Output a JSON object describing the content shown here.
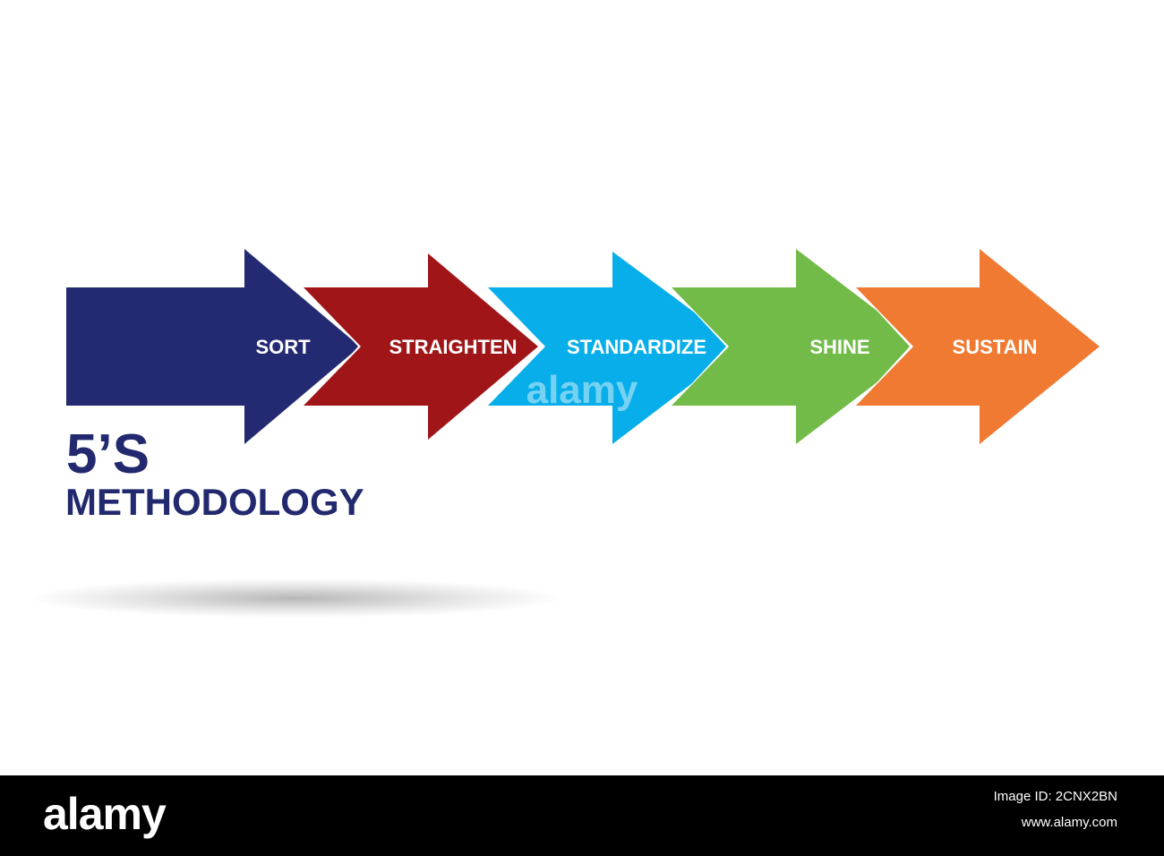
{
  "title": {
    "line1": "5’S",
    "line2": "METHODOLOGY",
    "color": "#22296e"
  },
  "steps": [
    {
      "label": "SORT",
      "color": "#232a72"
    },
    {
      "label": "STRAIGHTEN",
      "color": "#a01618"
    },
    {
      "label": "STANDARDIZE",
      "color": "#07aeea"
    },
    {
      "label": "SHINE",
      "color": "#72bb48"
    },
    {
      "label": "SUSTAIN",
      "color": "#f07a32"
    }
  ],
  "watermark": {
    "text": "alamy"
  },
  "footer": {
    "brand": "alamy",
    "image_id": "Image ID: 2CNX2BN",
    "url": "www.alamy.com"
  }
}
